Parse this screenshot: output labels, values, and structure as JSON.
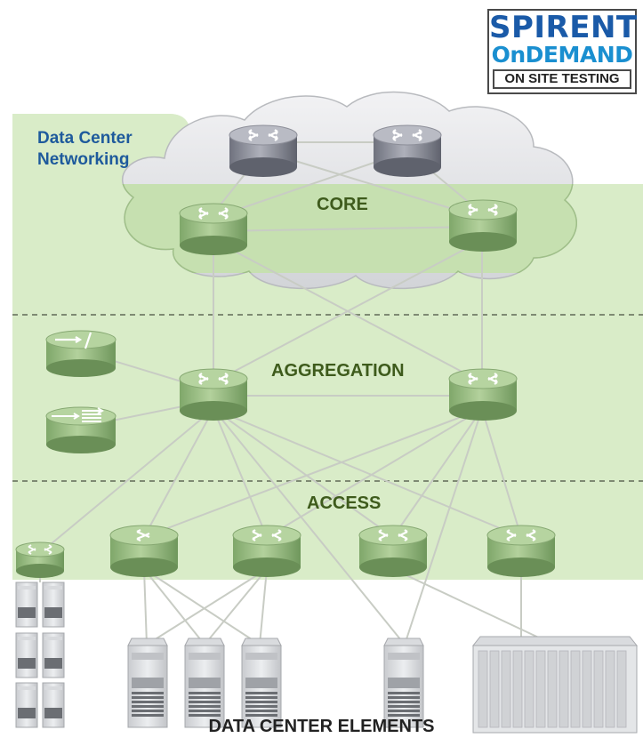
{
  "logo": {
    "brand": "SPIRENT",
    "product": "OnDEMAND",
    "tagline": "ON SITE TESTING"
  },
  "section_tag": {
    "line1": "Data Center",
    "line2": "Networking"
  },
  "layers": {
    "core": "CORE",
    "aggregation": "AGGREGATION",
    "access": "ACCESS"
  },
  "footer": "DATA CENTER ELEMENTS",
  "colors": {
    "green_band": "#d9ecc8",
    "router_green": "#9bbf86",
    "router_gray": "#9a9ca6",
    "brand_blue": "#1a5aa8",
    "brand_light_blue": "#1a8fd0",
    "label_green": "#3e5b1c",
    "tag_blue": "#1e5a9c"
  }
}
